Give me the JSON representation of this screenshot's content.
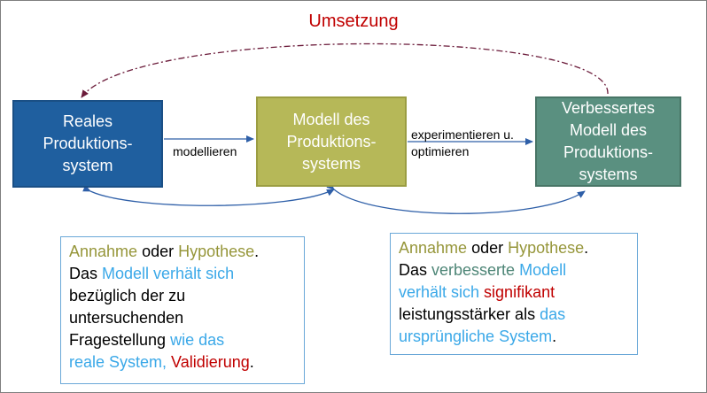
{
  "title": "Umsetzung",
  "boxes": {
    "real": "Reales\nProduktions-\nsystem",
    "model": "Modell des\nProduktions-\nsystems",
    "improved": "Verbessertes\nModell des\nProduktions-\nsystems"
  },
  "edges": {
    "model_label": "modellieren",
    "optimize_line1": "experimentieren u.",
    "optimize_line2": "optimieren"
  },
  "note_left": {
    "p1": "Annahme",
    "p2": " oder ",
    "p3": "Hypothese",
    "p4": ".",
    "p5": "Das ",
    "p6": "Modell verhält sich",
    "p7": "bezüglich der zu",
    "p8": "untersuchenden",
    "p9": "Fragestellung ",
    "p10": "wie das",
    "p11": "reale System, ",
    "p12": "Validierung",
    "p13": "."
  },
  "note_right": {
    "p1": "Annahme",
    "p2": " oder ",
    "p3": "Hypothese",
    "p4": ".",
    "p5": "Das ",
    "p6": "verbesserte",
    "p7": " ",
    "p8": "Modell",
    "p9": "verhält sich ",
    "p10": "signifikant",
    "p11": "leistungsstärker als ",
    "p12": "das",
    "p13": "ursprüngliche System",
    "p14": "."
  },
  "colors": {
    "real_box": "#1f5f9f",
    "model_box": "#b6b858",
    "improved_box": "#5a9080",
    "arrow": "#2e5fa8",
    "umsetzung_arrow": "#6b1b3a",
    "title": "#c00000"
  }
}
